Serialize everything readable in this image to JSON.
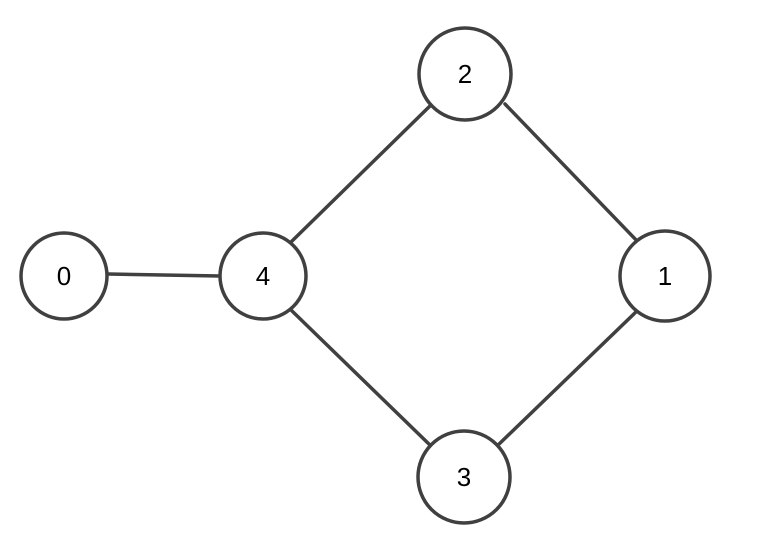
{
  "graph": {
    "nodes": [
      {
        "id": "0",
        "label": "0"
      },
      {
        "id": "1",
        "label": "1"
      },
      {
        "id": "2",
        "label": "2"
      },
      {
        "id": "3",
        "label": "3"
      },
      {
        "id": "4",
        "label": "4"
      }
    ],
    "edges": [
      {
        "from": "0",
        "to": "4"
      },
      {
        "from": "4",
        "to": "2"
      },
      {
        "from": "2",
        "to": "1"
      },
      {
        "from": "1",
        "to": "3"
      },
      {
        "from": "3",
        "to": "4"
      }
    ],
    "colors": {
      "stroke": "#404040",
      "fill": "#ffffff",
      "text": "#000000"
    }
  }
}
